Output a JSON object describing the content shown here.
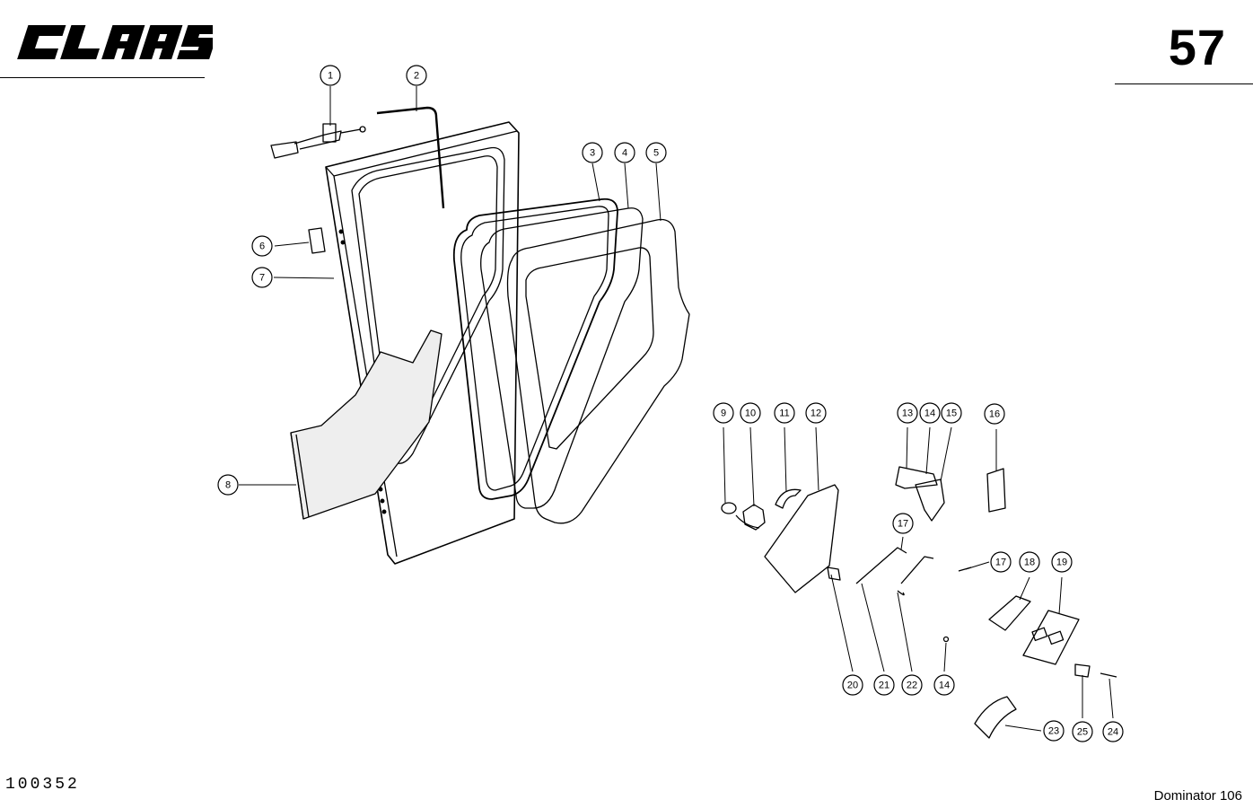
{
  "header": {
    "brand": "CLAAS",
    "page_number": "57"
  },
  "footer": {
    "drawing_number": "100352",
    "model": "Dominator 106"
  },
  "callouts": [
    {
      "label": "1"
    },
    {
      "label": "2"
    },
    {
      "label": "3"
    },
    {
      "label": "4"
    },
    {
      "label": "5"
    },
    {
      "label": "6"
    },
    {
      "label": "7"
    },
    {
      "label": "8"
    },
    {
      "label": "9"
    },
    {
      "label": "10"
    },
    {
      "label": "11"
    },
    {
      "label": "12"
    },
    {
      "label": "13"
    },
    {
      "label": "14"
    },
    {
      "label": "15"
    },
    {
      "label": "16"
    },
    {
      "label": "17"
    },
    {
      "label": "17"
    },
    {
      "label": "18"
    },
    {
      "label": "19"
    },
    {
      "label": "20"
    },
    {
      "label": "21"
    },
    {
      "label": "22"
    },
    {
      "label": "14"
    },
    {
      "label": "23"
    },
    {
      "label": "25"
    },
    {
      "label": "24"
    }
  ]
}
